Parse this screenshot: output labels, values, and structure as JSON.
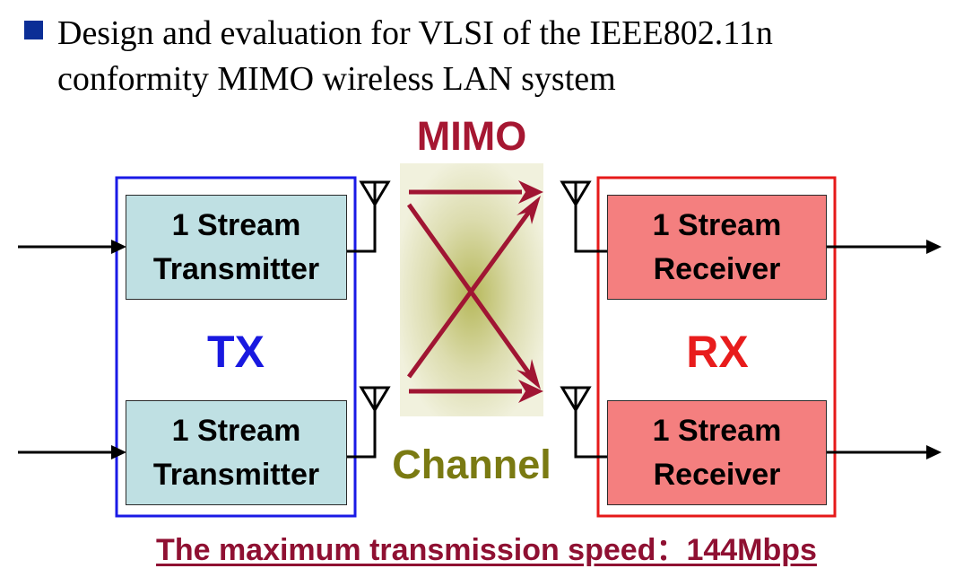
{
  "heading": {
    "line1": "Design and evaluation for VLSI of the IEEE802.11n",
    "line2": "conformity MIMO wireless LAN system"
  },
  "diagram": {
    "mimo_label": "MIMO",
    "channel_label": "Channel",
    "tx_label": "TX",
    "rx_label": "RX",
    "transmitters": [
      {
        "line1": "1 Stream",
        "line2": "Transmitter"
      },
      {
        "line1": "1 Stream",
        "line2": "Transmitter"
      }
    ],
    "receivers": [
      {
        "line1": "1 Stream",
        "line2": "Receiver"
      },
      {
        "line1": "1 Stream",
        "line2": "Receiver"
      }
    ],
    "footer": "The maximum transmission speed：144Mbps"
  },
  "colors": {
    "tx_border": "#1a1ae6",
    "rx_border": "#e61919",
    "tx_text": "#1919e0",
    "rx_text": "#e81c1c",
    "mimo_text": "#a61732",
    "channel_text": "#7a7a12",
    "arrow": "#a01533",
    "tx_fill": "#bfe0e3",
    "rx_fill": "#f47f7f",
    "bullet": "#0b2e96"
  }
}
